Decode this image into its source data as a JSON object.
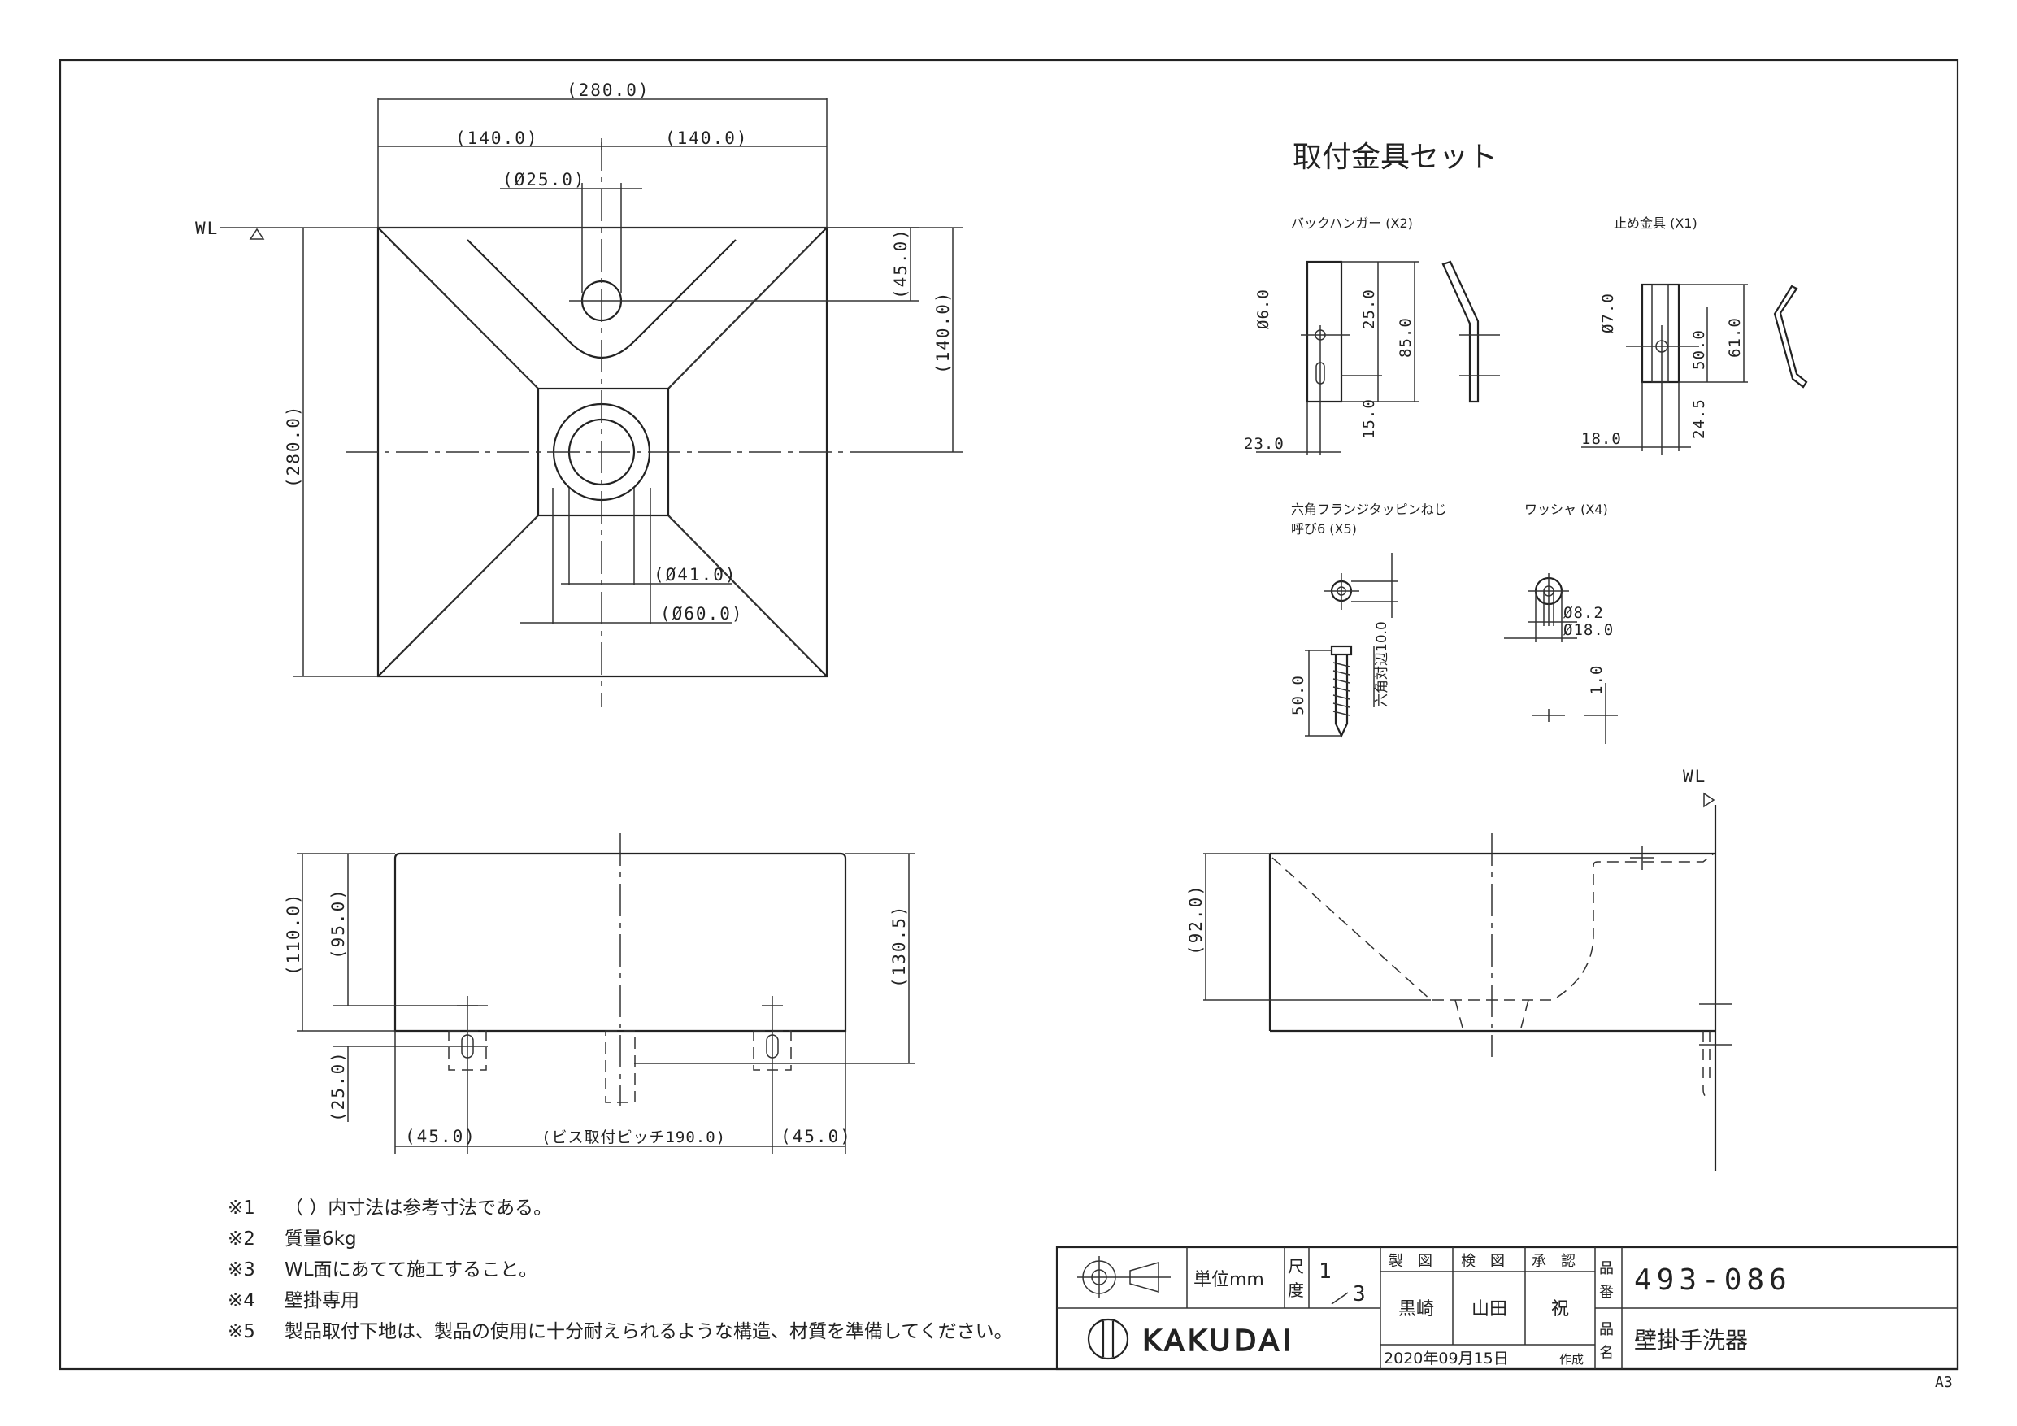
{
  "title_set": "取付金具セット",
  "parts": {
    "back_hanger": "バックハンガー (X2)",
    "stopper": "止め金具 (X1)",
    "screw_line1": "六角フランジタッピンねじ",
    "screw_line2": "呼び6 (X5)",
    "washer": "ワッシャ (X4)"
  },
  "wl": "WL",
  "dims": {
    "top_total": "(280.0)",
    "top_left_half": "(140.0)",
    "top_right_half": "(140.0)",
    "faucet_hole": "(Ø25.0)",
    "hole_offset": "(45.0)",
    "center_offset": "(140.0)",
    "side_total": "(280.0)",
    "drain_inner": "(Ø41.0)",
    "drain_outer": "(Ø60.0)",
    "front_height_total": "(110.0)",
    "front_height_screw": "(95.0)",
    "front_below": "(25.0)",
    "front_right_height": "(130.5)",
    "front_left_edge": "(45.0)",
    "front_pitch": "(ビス取付ピッチ190.0)",
    "front_right_edge": "(45.0)",
    "side_depth": "(92.0)",
    "bh_hole": "Ø6.0",
    "bh_25": "25.0",
    "bh_85": "85.0",
    "bh_15": "15.0",
    "bh_23": "23.0",
    "st_hole": "Ø7.0",
    "st_50": "50.0",
    "st_61": "61.0",
    "st_245": "24.5",
    "st_18": "18.0",
    "sc_50": "50.0",
    "sc_hex": "六角対辺10.0",
    "wa_inner": "Ø8.2",
    "wa_outer": "Ø18.0",
    "wa_thk": "1.0"
  },
  "notes": [
    {
      "mark": "※1",
      "text": "（ ）内寸法は参考寸法である。"
    },
    {
      "mark": "※2",
      "text": "質量6kg"
    },
    {
      "mark": "※3",
      "text": "WL面にあてて施工すること。"
    },
    {
      "mark": "※4",
      "text": "壁掛専用"
    },
    {
      "mark": "※5",
      "text": "製品取付下地は、製品の使用に十分耐えられるような構造、材質を準備してください。"
    }
  ],
  "title_block": {
    "unit_label": "単位mm",
    "scale_label_1": "尺",
    "scale_label_2": "度",
    "scale_num": "1",
    "scale_den": "3",
    "drawn_label": "製　図",
    "checked_label": "検　図",
    "approved_label": "承　認",
    "drawn_by": "黒崎",
    "checked_by": "山田",
    "approved_by": "祝",
    "part_no_label_1": "品",
    "part_no_label_2": "番",
    "part_no": "493-086",
    "part_name_label_1": "品",
    "part_name_label_2": "名",
    "part_name": "壁掛手洗器",
    "brand": "KAKUDAI",
    "date": "2020年09月15日",
    "made": "作成"
  },
  "paper_size": "A3"
}
